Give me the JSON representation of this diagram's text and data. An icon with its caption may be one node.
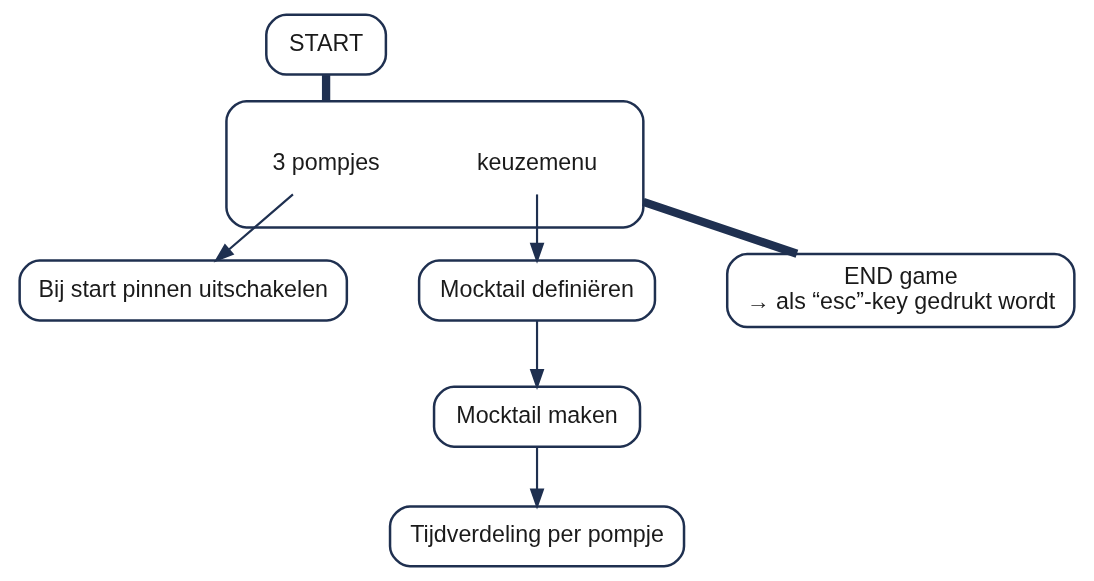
{
  "diagram": {
    "nodes": [
      {
        "text": [
          "START"
        ]
      },
      {
        "text": [],
        "shape": "box"
      },
      {
        "text": [
          "3 pompjes"
        ],
        "in": 1
      },
      {
        "text": [
          "keuzemenu"
        ],
        "in": 1
      },
      {
        "text": [
          "Bij start pinnen uitschakelen"
        ]
      },
      {
        "text": [
          "Mocktail definiëren"
        ]
      },
      {
        "text": [
          "Mocktail maken"
        ]
      },
      {
        "text": [
          "Tijdverdeling per pompje"
        ]
      },
      {
        "text": [
          "END game",
          "→ als “esc”-key gedrukt wordt"
        ]
      }
    ],
    "edges": [
      {
        "from": 0,
        "to": 1,
        "arrow": "none",
        "style": "thick"
      },
      {
        "from": 1,
        "to": 8,
        "arrow": "none",
        "style": "thick"
      },
      {
        "from": 2,
        "to": 4,
        "arrow": "to"
      },
      {
        "from": 3,
        "to": 5,
        "arrow": "to"
      },
      {
        "from": 5,
        "to": 6,
        "arrow": "to"
      },
      {
        "from": 6,
        "to": 7,
        "arrow": "to"
      }
    ]
  }
}
